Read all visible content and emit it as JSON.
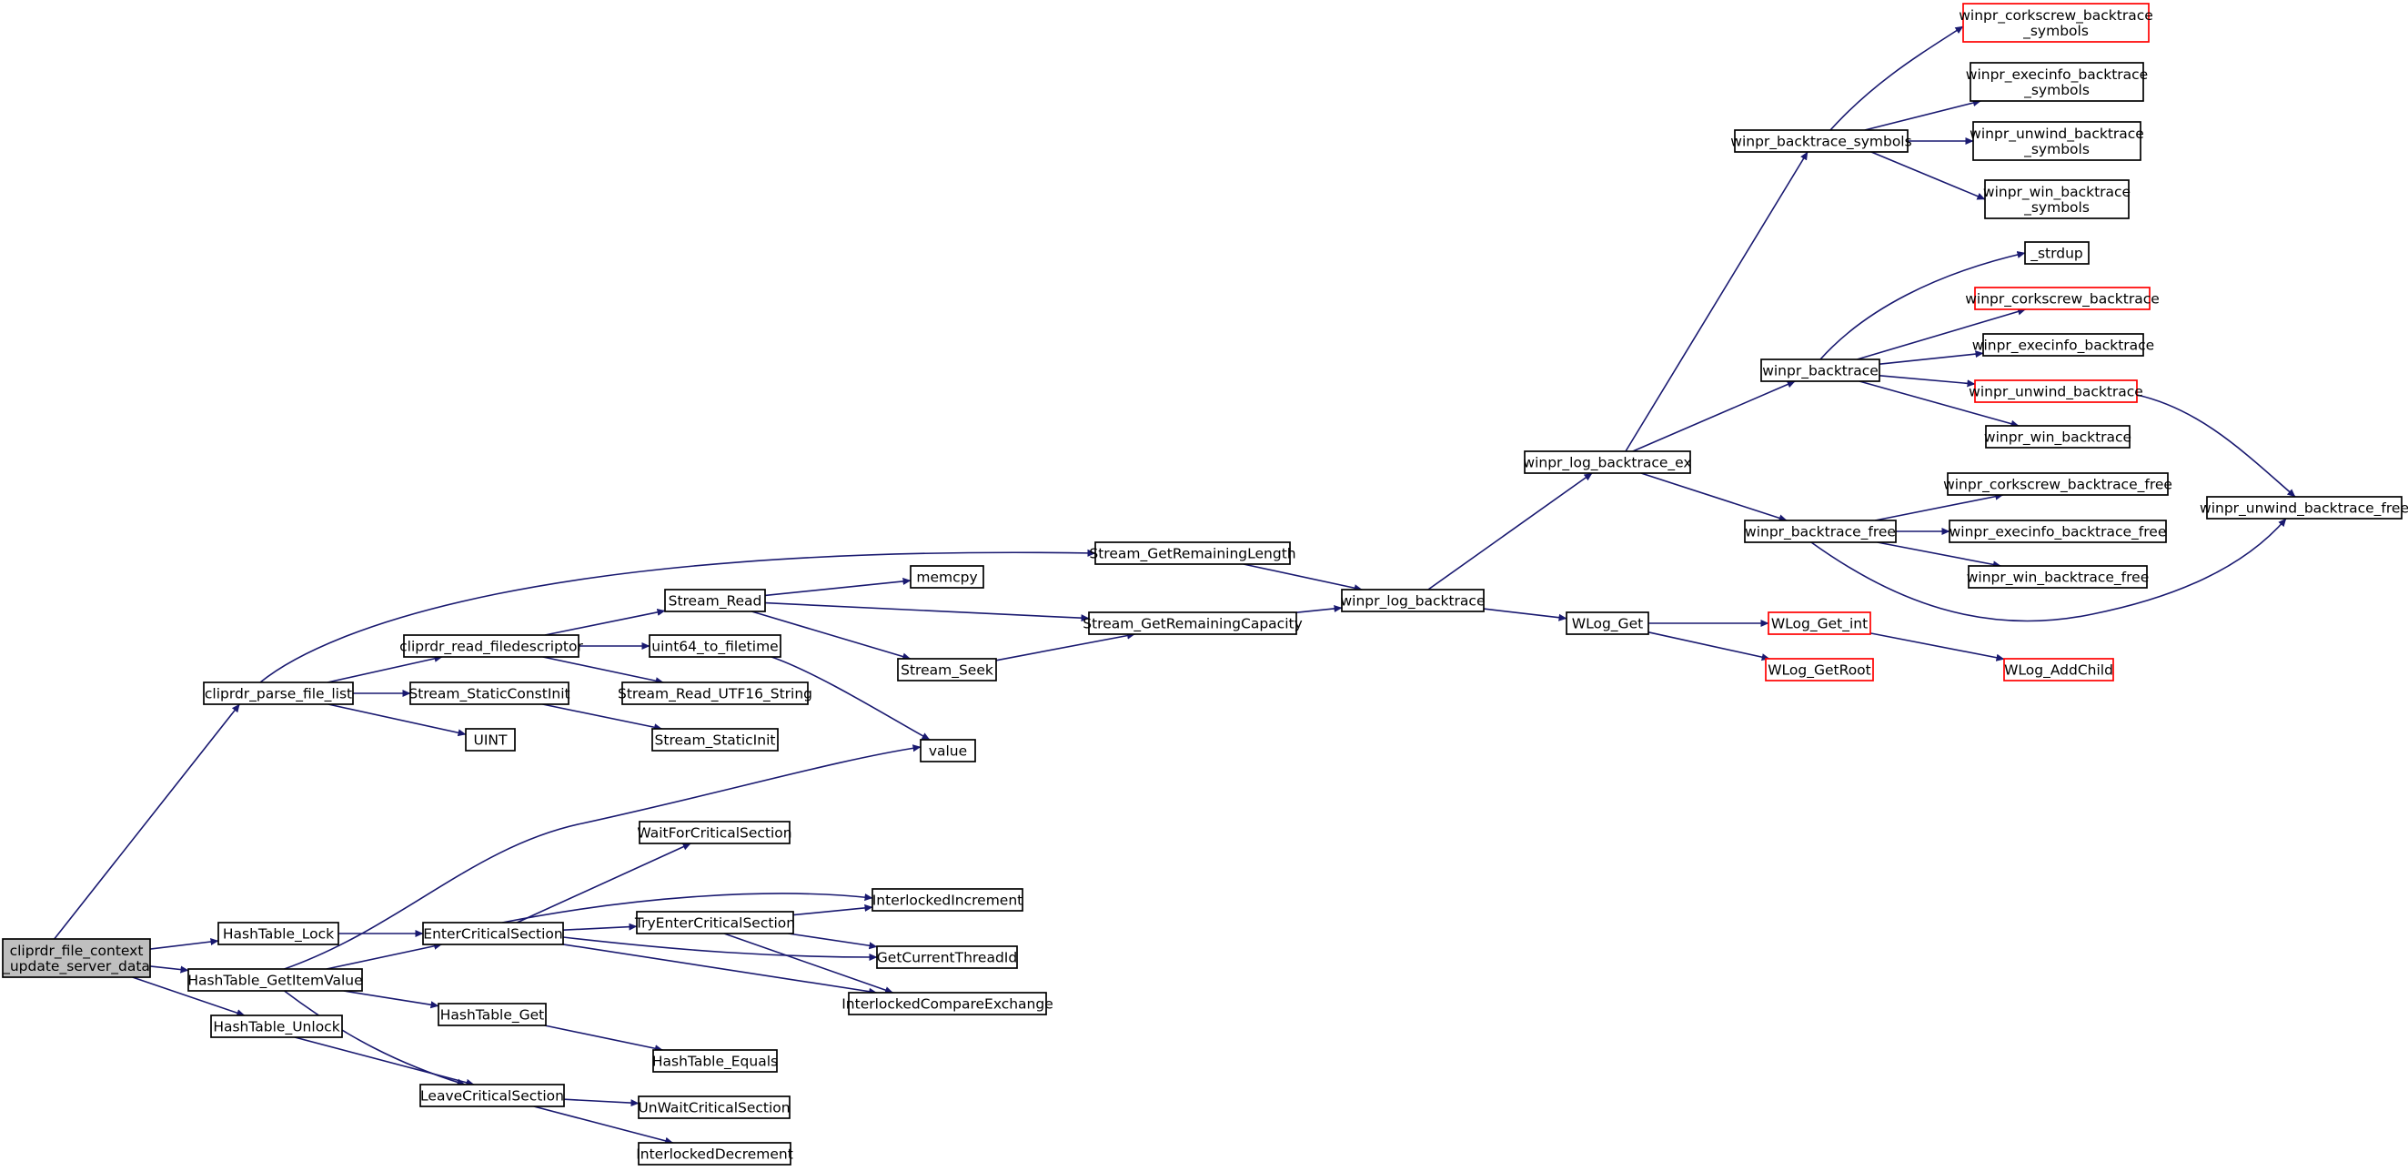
{
  "nodes": [
    {
      "id": "root",
      "lines": [
        "cliprdr_file_context",
        "_update_server_data"
      ],
      "kind": "root"
    },
    {
      "id": "parse",
      "lines": [
        "cliprdr_parse_file_list"
      ]
    },
    {
      "id": "htlock",
      "lines": [
        "HashTable_Lock"
      ]
    },
    {
      "id": "htgetitem",
      "lines": [
        "HashTable_GetItemValue"
      ]
    },
    {
      "id": "htunlock",
      "lines": [
        "HashTable_Unlock"
      ]
    },
    {
      "id": "readfd",
      "lines": [
        "cliprdr_read_filedescriptor"
      ]
    },
    {
      "id": "staticconst",
      "lines": [
        "Stream_StaticConstInit"
      ]
    },
    {
      "id": "uint",
      "lines": [
        "UINT"
      ]
    },
    {
      "id": "entercs",
      "lines": [
        "EnterCriticalSection"
      ]
    },
    {
      "id": "htget",
      "lines": [
        "HashTable_Get"
      ]
    },
    {
      "id": "leavecs",
      "lines": [
        "LeaveCriticalSection"
      ]
    },
    {
      "id": "streamread",
      "lines": [
        "Stream_Read"
      ]
    },
    {
      "id": "u64",
      "lines": [
        "uint64_to_filetime"
      ]
    },
    {
      "id": "readutf16",
      "lines": [
        "Stream_Read_UTF16_String"
      ]
    },
    {
      "id": "staticinit",
      "lines": [
        "Stream_StaticInit"
      ]
    },
    {
      "id": "value",
      "lines": [
        "value"
      ]
    },
    {
      "id": "waitcs",
      "lines": [
        "WaitForCriticalSection"
      ]
    },
    {
      "id": "tryenter",
      "lines": [
        "TryEnterCriticalSection"
      ]
    },
    {
      "id": "htequals",
      "lines": [
        "HashTable_Equals"
      ]
    },
    {
      "id": "unwaitcs",
      "lines": [
        "UnWaitCriticalSection"
      ]
    },
    {
      "id": "decrement",
      "lines": [
        "InterlockedDecrement"
      ]
    },
    {
      "id": "memcpy",
      "lines": [
        "memcpy"
      ]
    },
    {
      "id": "seek",
      "lines": [
        "Stream_Seek"
      ]
    },
    {
      "id": "remlen",
      "lines": [
        "Stream_GetRemainingLength"
      ]
    },
    {
      "id": "remcap",
      "lines": [
        "Stream_GetRemainingCapacity"
      ]
    },
    {
      "id": "increment",
      "lines": [
        "InterlockedIncrement"
      ]
    },
    {
      "id": "threadid",
      "lines": [
        "GetCurrentThreadId"
      ]
    },
    {
      "id": "cmpxchg",
      "lines": [
        "InterlockedCompareExchange"
      ]
    },
    {
      "id": "logbt",
      "lines": [
        "winpr_log_backtrace"
      ]
    },
    {
      "id": "logbtex",
      "lines": [
        "winpr_log_backtrace_ex"
      ]
    },
    {
      "id": "wlogget",
      "lines": [
        "WLog_Get"
      ]
    },
    {
      "id": "btsymbols",
      "lines": [
        "winpr_backtrace_symbols"
      ]
    },
    {
      "id": "bt",
      "lines": [
        "winpr_backtrace"
      ]
    },
    {
      "id": "btfree",
      "lines": [
        "winpr_backtrace_free"
      ]
    },
    {
      "id": "getint",
      "lines": [
        "WLog_Get_int"
      ],
      "kind": "truncated"
    },
    {
      "id": "getroot",
      "lines": [
        "WLog_GetRoot"
      ],
      "kind": "truncated"
    },
    {
      "id": "corkscrewsym",
      "lines": [
        "winpr_corkscrew_backtrace",
        "_symbols"
      ],
      "kind": "truncated"
    },
    {
      "id": "execinfosym",
      "lines": [
        "winpr_execinfo_backtrace",
        "_symbols"
      ]
    },
    {
      "id": "unwindsym",
      "lines": [
        "winpr_unwind_backtrace",
        "_symbols"
      ]
    },
    {
      "id": "winsym",
      "lines": [
        "winpr_win_backtrace",
        "_symbols"
      ]
    },
    {
      "id": "strdup",
      "lines": [
        "_strdup"
      ]
    },
    {
      "id": "corkscrewbt",
      "lines": [
        "winpr_corkscrew_backtrace"
      ],
      "kind": "truncated"
    },
    {
      "id": "execinfobt",
      "lines": [
        "winpr_execinfo_backtrace"
      ]
    },
    {
      "id": "unwindbt",
      "lines": [
        "winpr_unwind_backtrace"
      ],
      "kind": "truncated"
    },
    {
      "id": "winbt",
      "lines": [
        "winpr_win_backtrace"
      ]
    },
    {
      "id": "corkscrewfree",
      "lines": [
        "winpr_corkscrew_backtrace_free"
      ]
    },
    {
      "id": "execinfofree",
      "lines": [
        "winpr_execinfo_backtrace_free"
      ]
    },
    {
      "id": "winfree",
      "lines": [
        "winpr_win_backtrace_free"
      ]
    },
    {
      "id": "addchild",
      "lines": [
        "WLog_AddChild"
      ],
      "kind": "truncated"
    },
    {
      "id": "unwindfree",
      "lines": [
        "winpr_unwind_backtrace_free"
      ]
    }
  ],
  "edges": [
    [
      "root",
      "parse"
    ],
    [
      "root",
      "htlock"
    ],
    [
      "root",
      "htgetitem"
    ],
    [
      "root",
      "htunlock"
    ],
    [
      "parse",
      "remlen"
    ],
    [
      "parse",
      "readfd"
    ],
    [
      "parse",
      "staticconst"
    ],
    [
      "parse",
      "uint"
    ],
    [
      "readfd",
      "streamread"
    ],
    [
      "readfd",
      "u64"
    ],
    [
      "readfd",
      "readutf16"
    ],
    [
      "staticconst",
      "staticinit"
    ],
    [
      "streamread",
      "memcpy"
    ],
    [
      "streamread",
      "remcap"
    ],
    [
      "streamread",
      "seek"
    ],
    [
      "u64",
      "value"
    ],
    [
      "seek",
      "remcap"
    ],
    [
      "remlen",
      "logbt"
    ],
    [
      "remcap",
      "logbt"
    ],
    [
      "logbt",
      "logbtex"
    ],
    [
      "logbt",
      "wlogget"
    ],
    [
      "logbtex",
      "btsymbols"
    ],
    [
      "logbtex",
      "bt"
    ],
    [
      "logbtex",
      "btfree"
    ],
    [
      "btsymbols",
      "corkscrewsym"
    ],
    [
      "btsymbols",
      "execinfosym"
    ],
    [
      "btsymbols",
      "unwindsym"
    ],
    [
      "btsymbols",
      "winsym"
    ],
    [
      "bt",
      "strdup"
    ],
    [
      "bt",
      "corkscrewbt"
    ],
    [
      "bt",
      "execinfobt"
    ],
    [
      "bt",
      "unwindbt"
    ],
    [
      "bt",
      "winbt"
    ],
    [
      "unwindbt",
      "unwindfree"
    ],
    [
      "btfree",
      "corkscrewfree"
    ],
    [
      "btfree",
      "execinfofree"
    ],
    [
      "btfree",
      "winfree"
    ],
    [
      "btfree",
      "unwindfree"
    ],
    [
      "wlogget",
      "getint"
    ],
    [
      "wlogget",
      "getroot"
    ],
    [
      "getint",
      "addchild"
    ],
    [
      "htlock",
      "entercs"
    ],
    [
      "htgetitem",
      "value"
    ],
    [
      "htgetitem",
      "entercs"
    ],
    [
      "htgetitem",
      "htget"
    ],
    [
      "htgetitem",
      "leavecs"
    ],
    [
      "htunlock",
      "leavecs"
    ],
    [
      "htget",
      "htequals"
    ],
    [
      "entercs",
      "waitcs"
    ],
    [
      "entercs",
      "increment"
    ],
    [
      "entercs",
      "tryenter"
    ],
    [
      "entercs",
      "threadid"
    ],
    [
      "entercs",
      "cmpxchg"
    ],
    [
      "tryenter",
      "increment"
    ],
    [
      "tryenter",
      "threadid"
    ],
    [
      "tryenter",
      "cmpxchg"
    ],
    [
      "leavecs",
      "unwaitcs"
    ],
    [
      "leavecs",
      "decrement"
    ]
  ]
}
